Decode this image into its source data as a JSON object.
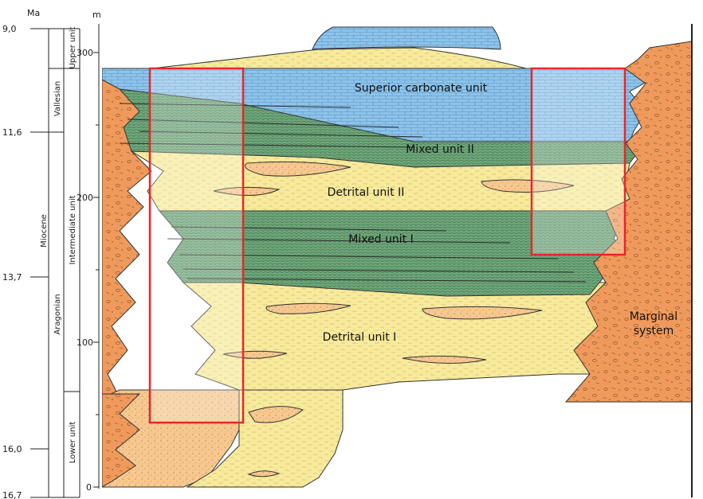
{
  "axes": {
    "age_unit": "Ma",
    "height_unit": "m",
    "age_ticks": [
      "9,0",
      "11,6",
      "13,7",
      "16,0",
      "16,7"
    ],
    "height_ticks": [
      "300",
      "200",
      "100",
      "0"
    ]
  },
  "stratigraphy": {
    "epoch": "Miocene",
    "stages": [
      "Vallesian",
      "Aragonian"
    ],
    "units": [
      "Upper unit",
      "Intermediate unit",
      "Lower unit"
    ]
  },
  "units": {
    "superior_carbonate": "Superior carbonate unit",
    "mixed_ii": "Mixed unit II",
    "detrital_ii": "Detrital unit II",
    "mixed_i": "Mixed unit I",
    "detrital_i": "Detrital unit I",
    "marginal_line1": "Marginal",
    "marginal_line2": "system"
  },
  "colors": {
    "carbonate": "#8cc4ec",
    "mixed": "#6fa77a",
    "detrital": "#f7ea9c",
    "marginal": "#ef9a5c",
    "alluvial": "#f7c88f",
    "highlight_box": "#e8262a"
  }
}
